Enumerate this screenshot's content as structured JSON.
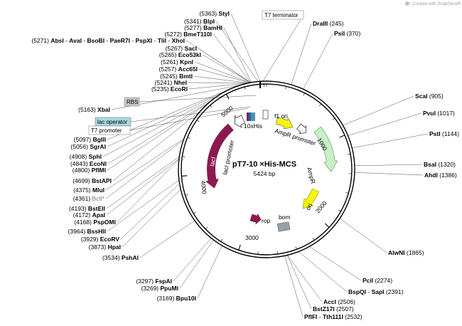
{
  "watermark": "Created with SnapGene®",
  "plasmid": {
    "name": "pT7-10 ×His-MCS",
    "length": "5424 bp"
  },
  "tick_labels": [
    "1000",
    "2000",
    "3000",
    "4000",
    "5000"
  ],
  "features": [
    {
      "id": "f1-ori",
      "label": "f1 ori",
      "color": "#f7f700"
    },
    {
      "id": "ampr-promoter",
      "label": "AmpR promoter",
      "color": "#ffffff"
    },
    {
      "id": "ampr",
      "label": "AmpR",
      "color": "#c8f0c8"
    },
    {
      "id": "ori",
      "label": "ori",
      "color": "#f7f700"
    },
    {
      "id": "bom",
      "label": "bom",
      "color": "#9aa0a8"
    },
    {
      "id": "rop",
      "label": "rop",
      "color": "#8b1a4e"
    },
    {
      "id": "laci",
      "label": "lacI",
      "color": "#8b1a4e"
    },
    {
      "id": "laci-promoter",
      "label": "lacI promoter",
      "color": "#ffffff"
    },
    {
      "id": "10xhis",
      "label": "10xHis",
      "color": "#6a8ab0"
    }
  ],
  "boxed_labels": [
    {
      "id": "t7-terminator",
      "text": "T7 terminator",
      "fill": "#ffffff"
    },
    {
      "id": "rbs",
      "text": "RBS",
      "fill": "#c8c8c8"
    },
    {
      "id": "lac-operator",
      "text": "lac operator",
      "fill": "#a8d8e0"
    },
    {
      "id": "t7-promoter",
      "text": "T7 promoter",
      "fill": "#ffffff"
    }
  ],
  "sites_left": [
    {
      "pos": "(5363)",
      "names": [
        "StyI"
      ]
    },
    {
      "pos": "(5341)",
      "names": [
        "BlpI"
      ]
    },
    {
      "pos": "(5277)",
      "names": [
        "BamHI"
      ]
    },
    {
      "pos": "(5272)",
      "names": [
        "BmeT110I"
      ]
    },
    {
      "pos": "(5271)",
      "names": [
        "AbsI",
        "AvaI",
        "BsoBI",
        "PaeR7I",
        "PspXI",
        "TliI",
        "XhoI"
      ]
    },
    {
      "pos": "(5267)",
      "names": [
        "SacI"
      ]
    },
    {
      "pos": "(5265)",
      "names": [
        "Eco53kI"
      ]
    },
    {
      "pos": "(5261)",
      "names": [
        "KpnI"
      ]
    },
    {
      "pos": "(5257)",
      "names": [
        "Acc65I"
      ]
    },
    {
      "pos": "(5245)",
      "names": [
        "BmtI"
      ]
    },
    {
      "pos": "(5241)",
      "names": [
        "NheI"
      ]
    },
    {
      "pos": "(5235)",
      "names": [
        "EcoRI"
      ]
    },
    {
      "pos": "(5163)",
      "names": [
        "XbaI"
      ]
    },
    {
      "pos": "(5097)",
      "names": [
        "BglII"
      ]
    },
    {
      "pos": "(5056)",
      "names": [
        "SgrAI"
      ]
    },
    {
      "pos": "(4908)",
      "names": [
        "SphI"
      ]
    },
    {
      "pos": "(4843)",
      "names": [
        "EcoNI"
      ]
    },
    {
      "pos": "(4800)",
      "names": [
        "PflMI"
      ]
    },
    {
      "pos": "(4699)",
      "names": [
        "BstAPI"
      ]
    },
    {
      "pos": "(4375)",
      "names": [
        "MluI"
      ]
    },
    {
      "pos": "(4361)",
      "names": [
        "BclI*"
      ]
    },
    {
      "pos": "(4193)",
      "names": [
        "BstEII"
      ]
    },
    {
      "pos": "(4172)",
      "names": [
        "ApaI"
      ]
    },
    {
      "pos": "(4168)",
      "names": [
        "PspOMI"
      ]
    },
    {
      "pos": "(3964)",
      "names": [
        "BssHII"
      ]
    },
    {
      "pos": "(3929)",
      "names": [
        "EcoRV"
      ]
    },
    {
      "pos": "(3873)",
      "names": [
        "HpaI"
      ]
    },
    {
      "pos": "(3534)",
      "names": [
        "PshAI"
      ]
    },
    {
      "pos": "(3297)",
      "names": [
        "FspAI"
      ]
    },
    {
      "pos": "(3269)",
      "names": [
        "PpuMI"
      ]
    },
    {
      "pos": "(3169)",
      "names": [
        "Bpu10I"
      ]
    }
  ],
  "sites_right": [
    {
      "pos": "(245)",
      "names": [
        "DraIII"
      ]
    },
    {
      "pos": "(370)",
      "names": [
        "PsiI"
      ]
    },
    {
      "pos": "(905)",
      "names": [
        "ScaI"
      ]
    },
    {
      "pos": "(1017)",
      "names": [
        "PvuI"
      ]
    },
    {
      "pos": "(1144)",
      "names": [
        "PstI"
      ]
    },
    {
      "pos": "(1320)",
      "names": [
        "BsaI"
      ]
    },
    {
      "pos": "(1386)",
      "names": [
        "AhdI"
      ]
    },
    {
      "pos": "(1865)",
      "names": [
        "AlwNI"
      ]
    },
    {
      "pos": "(2274)",
      "names": [
        "PciI"
      ]
    },
    {
      "pos": "(2391)",
      "names": [
        "BspQI",
        "SapI"
      ]
    },
    {
      "pos": "(2506)",
      "names": [
        "AccI"
      ]
    },
    {
      "pos": "(2507)",
      "names": [
        "BstZ17I"
      ]
    },
    {
      "pos": "(2532)",
      "names": [
        "PflFI",
        "Tth111I"
      ]
    }
  ]
}
